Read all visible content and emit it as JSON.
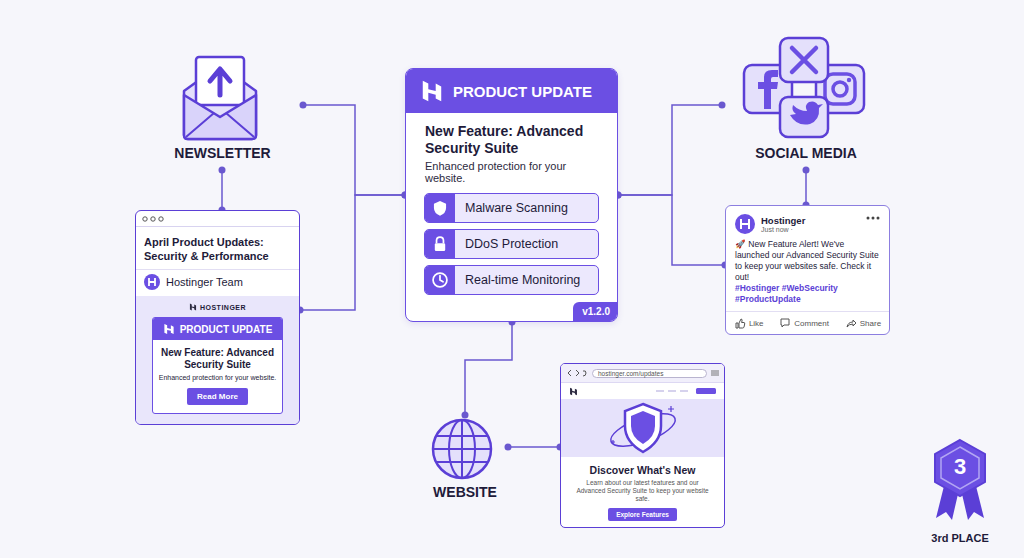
{
  "diagram": {
    "nodes": [
      {
        "text": [
          "PRODUCT UPDATE",
          "New Feature: Advanced Security Suite",
          "Enhanced protection for your website.",
          "v1.2.0"
        ]
      },
      {
        "text": [
          "Malware Scanning"
        ],
        "in": 0
      },
      {
        "text": [
          "DDoS Protection"
        ],
        "in": 0
      },
      {
        "text": [
          "Real-time Monitoring"
        ],
        "in": 0
      },
      {
        "text": [
          "NEWSLETTER"
        ]
      },
      {
        "text": [
          "April Product Updates: Security & Performance",
          "Hostinger Team",
          "HOSTINGER"
        ]
      },
      {
        "text": [
          "PRODUCT UPDATE",
          "New Feature: Advanced Security Suite",
          "Enhanced protection for your website."
        ],
        "in": 5
      },
      {
        "text": [
          "Read More"
        ],
        "in": 6
      },
      {
        "text": [
          "SOCIAL MEDIA"
        ]
      },
      {
        "text": [
          "Hostinger",
          "Just now ·",
          "🚀 New Feature Alert! We've launched our Advanced Security Suite to keep your websites safe. Check it out!",
          "#Hostinger #WebSecurity #ProductUpdate",
          "Like",
          "Comment",
          "Share"
        ]
      },
      {
        "text": [
          "WEBSITE"
        ]
      },
      {
        "text": [
          "hostinger.com/updates",
          "Discover What's New",
          "Learn about our latest features and our Advanced Security Suite to keep your website safe."
        ]
      },
      {
        "text": [
          "Explore Features"
        ],
        "in": 11
      },
      {
        "text": [
          "3",
          "3rd PLACE"
        ]
      }
    ],
    "edges": [
      {
        "from": 4,
        "to": 0,
        "arrow": "none"
      },
      {
        "from": 0,
        "to": 5,
        "arrow": "none"
      },
      {
        "from": 4,
        "to": 5,
        "arrow": "none"
      },
      {
        "from": 0,
        "to": 8,
        "arrow": "none"
      },
      {
        "from": 0,
        "to": 9,
        "arrow": "none"
      },
      {
        "from": 8,
        "to": 9,
        "arrow": "none"
      },
      {
        "from": 0,
        "to": 10,
        "arrow": "none"
      },
      {
        "from": 10,
        "to": 11,
        "arrow": "none"
      }
    ]
  }
}
